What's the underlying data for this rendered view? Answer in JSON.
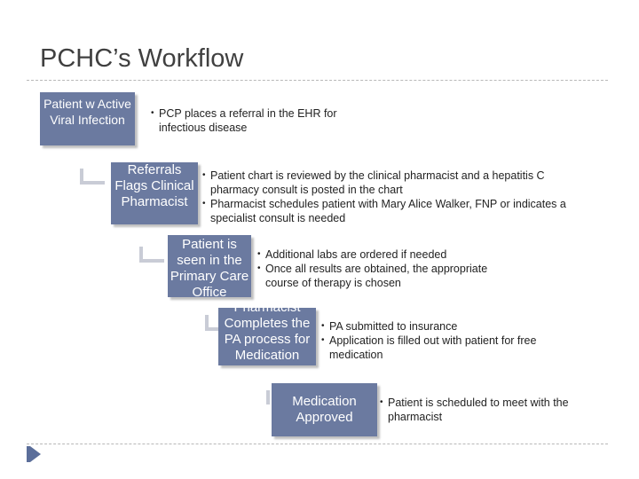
{
  "page": {
    "title": "PCHC’s Workflow"
  },
  "steps": [
    {
      "label": "Patient w Active Viral Infection",
      "bullets": [
        "PCP places a referral in the EHR for infectious disease"
      ]
    },
    {
      "label": "Referrals Flags Clinical Pharmacist",
      "bullets": [
        "Patient chart is reviewed by the clinical pharmacist and a hepatitis C pharmacy consult is posted in the chart",
        "Pharmacist schedules patient with Mary Alice Walker, FNP or indicates a specialist consult is needed"
      ]
    },
    {
      "label": "Patient is seen in the Primary Care Office",
      "bullets": [
        "Additional labs are ordered if needed",
        "Once all results are obtained, the appropriate course of therapy is chosen"
      ]
    },
    {
      "label": "Pharmacist Completes the PA process for Medication",
      "bullets": [
        "PA submitted to insurance",
        "Application is filled out with patient for free medication"
      ]
    },
    {
      "label": "Medication Approved",
      "bullets": [
        "Patient is scheduled to meet with the pharmacist"
      ]
    }
  ],
  "colors": {
    "step_fill": "#6b7aa0",
    "connector": "#c9ccd6",
    "title": "#404040"
  }
}
